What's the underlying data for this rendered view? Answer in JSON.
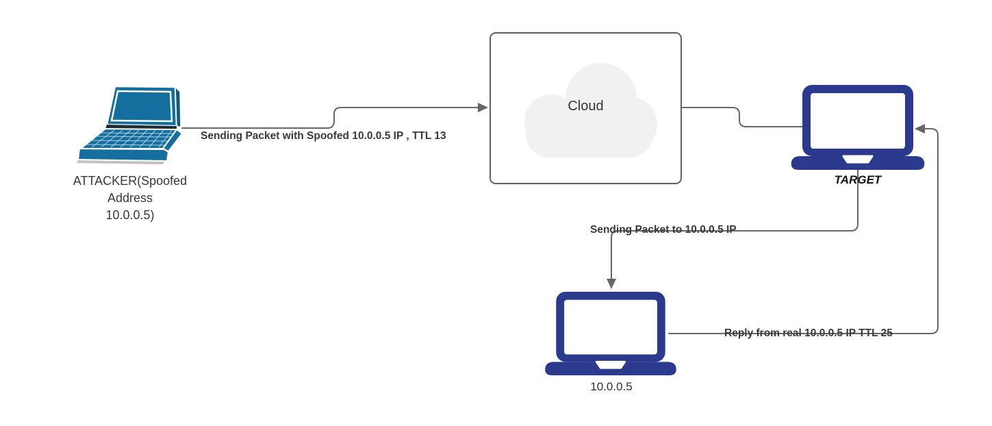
{
  "nodes": {
    "attacker": {
      "label": "ATTACKER(Spoofed\nAddress\n10.0.0.5)"
    },
    "cloud": {
      "label": "Cloud"
    },
    "target": {
      "label": "TARGET"
    },
    "real_host": {
      "label": "10.0.0.5"
    }
  },
  "edges": {
    "attacker_to_cloud": {
      "label": "Sending Packet with Spoofed 10.0.0.5 IP , TTL 13"
    },
    "target_to_real": {
      "label": "Sending Packet to 10.0.0.5 IP"
    },
    "real_to_target": {
      "label": "Reply from real 10.0.0.5 IP TTL 25"
    }
  },
  "colors": {
    "connector": "#666666",
    "attacker_laptop": "#156f9e",
    "attacker_laptop_dark": "#0d5a82",
    "attacker_hinge": "#1f2d36",
    "navy_laptop": "#2b3a8d",
    "cloud_fill": "#f1f1f1",
    "screen_white": "#ffffff"
  }
}
